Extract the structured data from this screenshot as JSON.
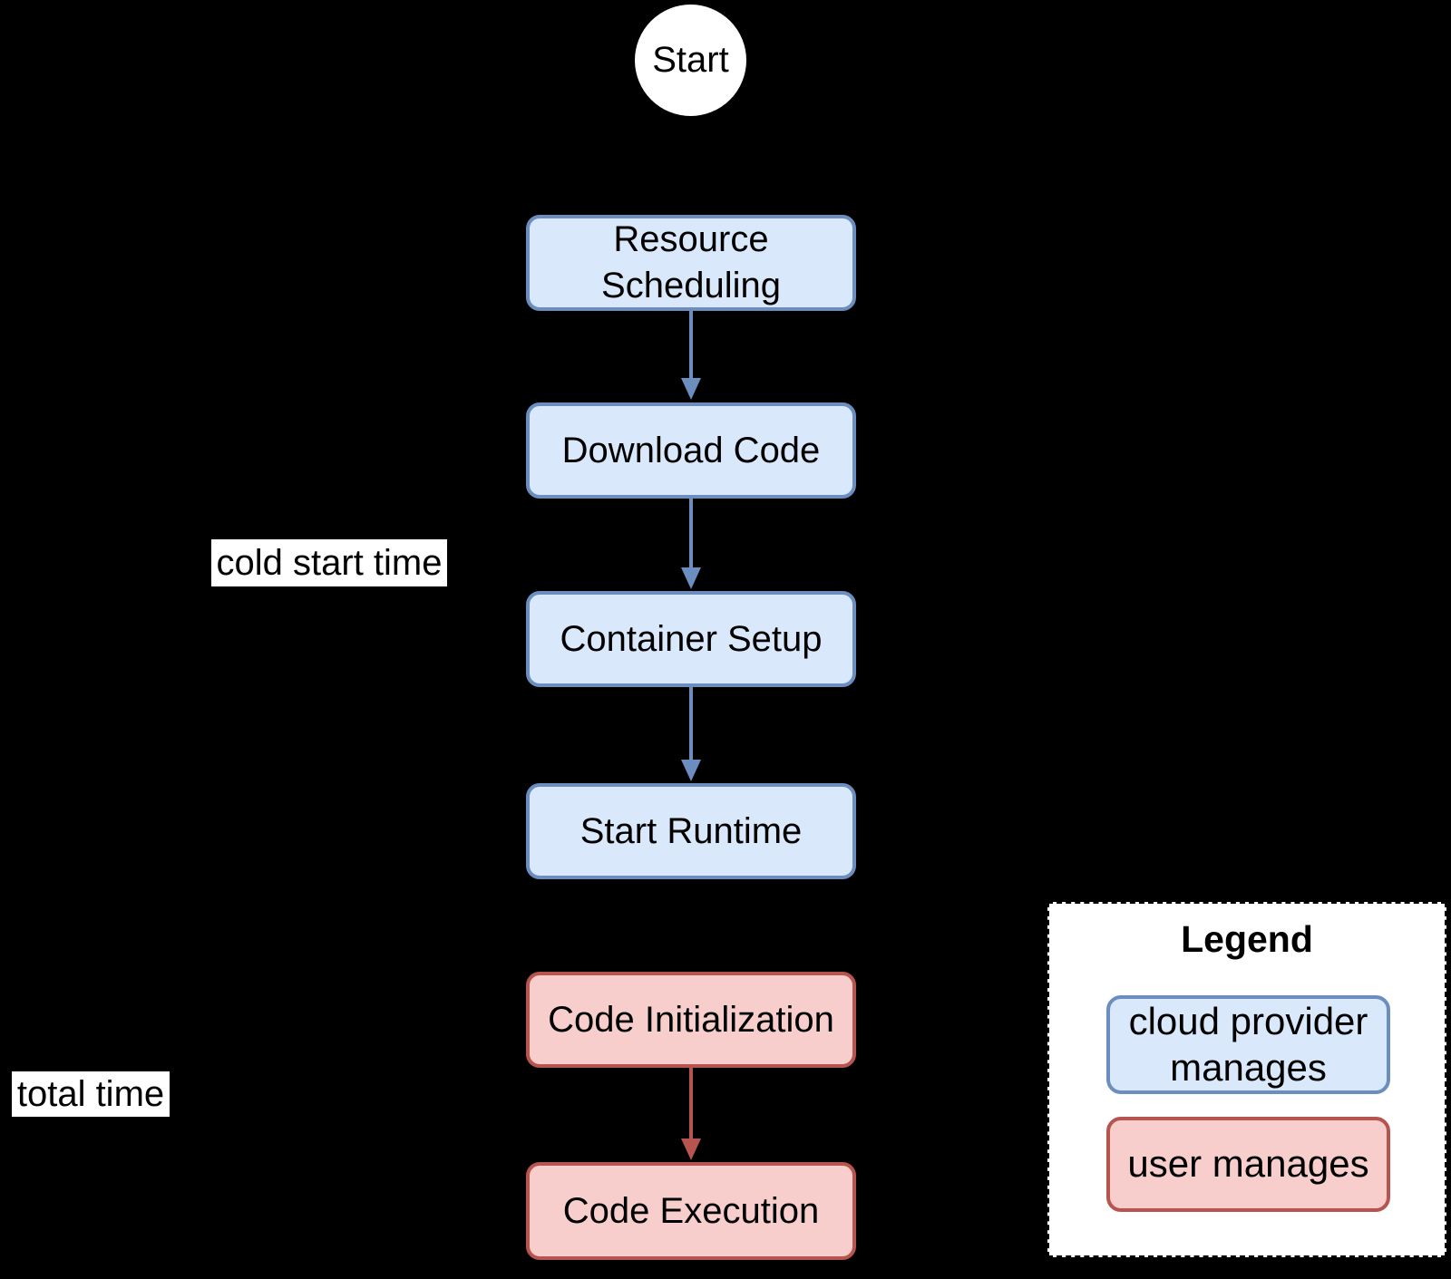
{
  "canvas": {
    "background": "#000000"
  },
  "flow": {
    "start": {
      "label": "Start"
    },
    "nodes": [
      {
        "id": "resource-scheduling",
        "label": "Resource Scheduling",
        "category": "cloud provider manages"
      },
      {
        "id": "download-code",
        "label": "Download Code",
        "category": "cloud provider manages"
      },
      {
        "id": "container-setup",
        "label": "Container Setup",
        "category": "cloud provider manages"
      },
      {
        "id": "start-runtime",
        "label": "Start Runtime",
        "category": "cloud provider manages"
      },
      {
        "id": "code-initialization",
        "label": "Code Initialization",
        "category": "user manages"
      },
      {
        "id": "code-execution",
        "label": "Code Execution",
        "category": "user manages"
      }
    ]
  },
  "annotations": {
    "cold_start": "cold start time",
    "total_time": "total time"
  },
  "legend": {
    "title": "Legend",
    "items": [
      {
        "label": "cloud provider manages",
        "fill": "#dae8fc",
        "stroke": "#6c8ebf"
      },
      {
        "label": "user manages",
        "fill": "#f8cecc",
        "stroke": "#b85450"
      }
    ]
  },
  "colors": {
    "blue_fill": "#dae8fc",
    "blue_stroke": "#6c8ebf",
    "red_fill": "#f8cecc",
    "red_stroke": "#b85450",
    "arrow_blue": "#6c8ebf",
    "arrow_red": "#b85450",
    "background": "#000000",
    "label_background": "#ffffff"
  }
}
